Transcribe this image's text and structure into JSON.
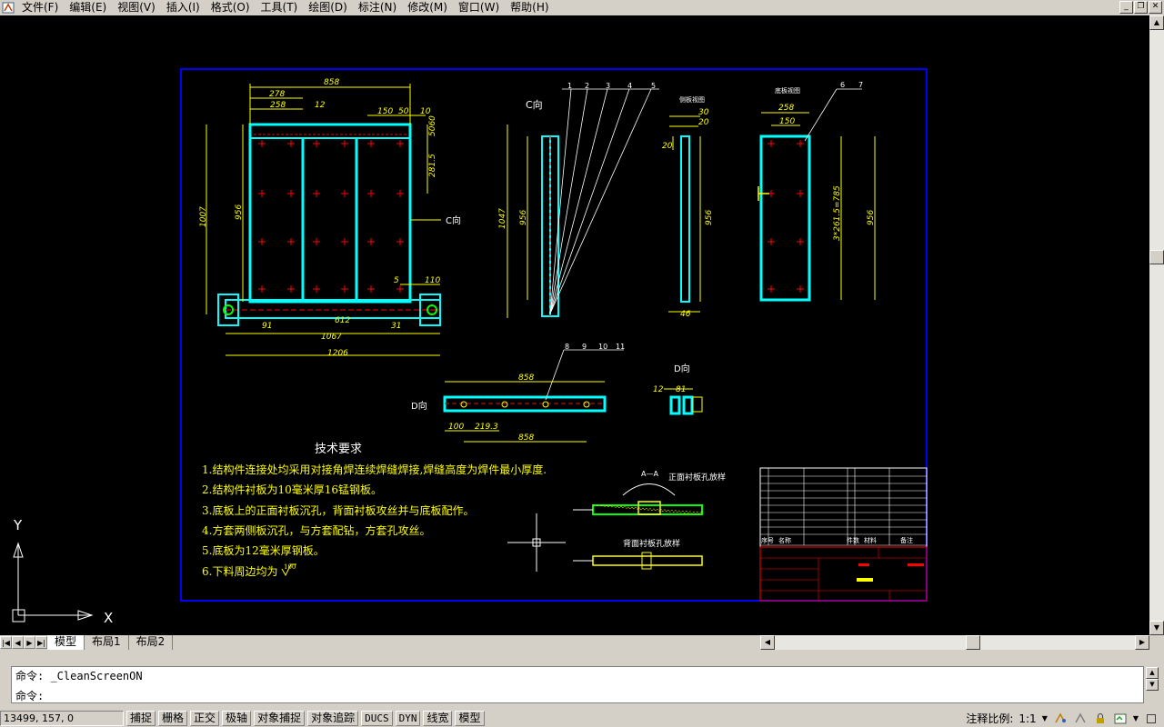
{
  "menu": {
    "items": [
      "文件(F)",
      "编辑(E)",
      "视图(V)",
      "插入(I)",
      "格式(O)",
      "工具(T)",
      "绘图(D)",
      "标注(N)",
      "修改(M)",
      "窗口(W)",
      "帮助(H)"
    ]
  },
  "window_controls": {
    "minimize": "_",
    "restore": "❐",
    "close": "✕"
  },
  "drawing": {
    "main_dims": [
      "858",
      "278",
      "258",
      "12",
      "150",
      "50",
      "10",
      "5060",
      "281.5",
      "1007",
      "956",
      "5",
      "110",
      "91",
      "612",
      "31",
      "1067",
      "1206"
    ],
    "c_view_label": "C向",
    "c_view_arrow_label": "C向",
    "c_view_dims": [
      "1047",
      "956"
    ],
    "callouts_top": [
      "1",
      "2",
      "3",
      "4",
      "5"
    ],
    "side_view_title": "侧板视图",
    "side_view_dims": [
      "30",
      "20",
      "20",
      "956",
      "46"
    ],
    "right_view_title": "底板视图",
    "right_view_callouts": [
      "6",
      "7"
    ],
    "right_view_dims": [
      "258",
      "150",
      "3*261.5=785",
      "956"
    ],
    "d_label": "D向",
    "d_arrow_label": "D向",
    "d_callouts": [
      "8",
      "9",
      "10",
      "11"
    ],
    "d_dims": [
      "858",
      "100",
      "219.3",
      "858"
    ],
    "d_view_dims": [
      "12",
      "81"
    ],
    "tech_title": "技术要求",
    "tech_items": [
      "1.结构件连接处均采用对接角焊连续焊缝焊接,焊缝高度为焊件最小厚度.",
      "2.结构件衬板为10毫米厚16锰钢板。",
      "3.底板上的正面衬板沉孔，背面衬板攻丝并与底板配作。",
      "4.方套两侧板沉孔，与方套配钻，方套孔攻丝。",
      "5.底板为12毫米厚钢板。",
      "6.下料周边均为"
    ],
    "roughness": "100",
    "section_label": "A—A",
    "front_hole_label": "正面衬板孔放样",
    "back_hole_label": "背面衬板孔放样",
    "ucs_y": "Y",
    "ucs_x": "X",
    "title_block_headers": [
      "序号",
      "名称",
      "件数",
      "材料",
      "备注"
    ]
  },
  "tabs": {
    "items": [
      "模型",
      "布局1",
      "布局2"
    ],
    "active": "模型"
  },
  "command": {
    "history": "命令: _CleanScreenON",
    "prompt": "命令:"
  },
  "status": {
    "coords": "13499, 157, 0",
    "toggles": [
      "捕捉",
      "栅格",
      "正交",
      "极轴",
      "对象捕捉",
      "对象追踪",
      "DUCS",
      "DYN",
      "线宽",
      "模型"
    ],
    "annotation_scale_label": "注释比例:",
    "annotation_scale_value": "1:1"
  },
  "colors": {
    "canvas": "#000000",
    "frame": "#0000ff",
    "cyan": "#00ffff",
    "yellow": "#ffff00",
    "red": "#ff0000",
    "green": "#00ff00",
    "white": "#ffffff"
  }
}
